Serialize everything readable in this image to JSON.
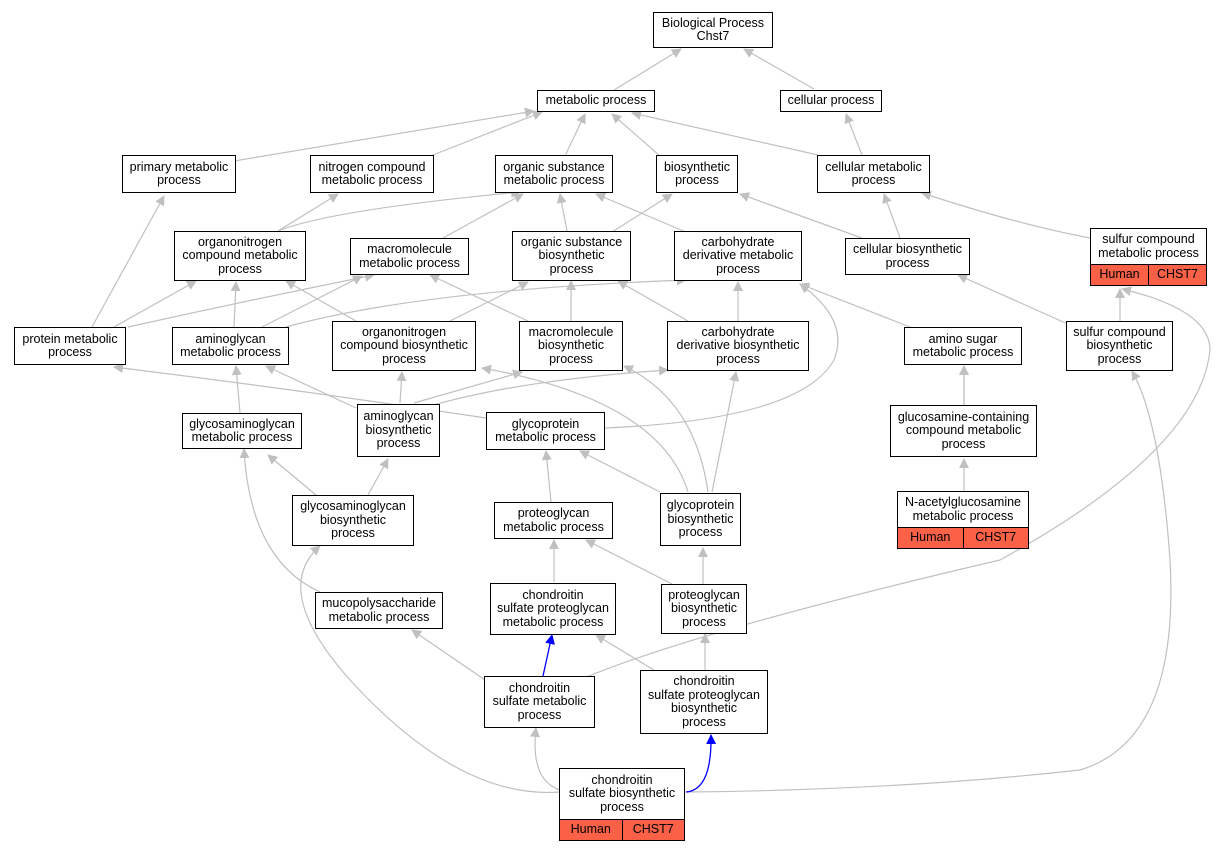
{
  "colors": {
    "edge": "#c0c0c0",
    "highlight_edge": "#0000ff",
    "tag_fill": "#fa6147"
  },
  "nodes": {
    "bp": "Biological Process\nChst7",
    "metabolic": "metabolic process",
    "cellular": "cellular process",
    "primary_metabolic": "primary metabolic\nprocess",
    "nitrogen_compound": "nitrogen compound\nmetabolic process",
    "organic_substance_metabolic": "organic substance\nmetabolic process",
    "biosynthetic": "biosynthetic\nprocess",
    "cellular_metabolic": "cellular metabolic\nprocess",
    "organonitrogen_metabolic": "organonitrogen\ncompound metabolic\nprocess",
    "macromolecule_metabolic": "macromolecule\nmetabolic process",
    "organic_substance_biosynthetic": "organic substance\nbiosynthetic\nprocess",
    "carbohydrate_derivative_metabolic": "carbohydrate\nderivative metabolic\nprocess",
    "cellular_biosynthetic": "cellular biosynthetic\nprocess",
    "sulfur_compound_metabolic": "sulfur compound\nmetabolic process",
    "protein_metabolic": "protein metabolic\nprocess",
    "aminoglycan_metabolic": "aminoglycan\nmetabolic process",
    "organonitrogen_biosynthetic": "organonitrogen\ncompound biosynthetic\nprocess",
    "macromolecule_biosynthetic": "macromolecule\nbiosynthetic\nprocess",
    "carbohydrate_derivative_biosynthetic": "carbohydrate\nderivative biosynthetic\nprocess",
    "amino_sugar_metabolic": "amino sugar\nmetabolic process",
    "sulfur_compound_biosynthetic": "sulfur compound\nbiosynthetic\nprocess",
    "glycosaminoglycan_metabolic": "glycosaminoglycan\nmetabolic process",
    "aminoglycan_biosynthetic": "aminoglycan\nbiosynthetic\nprocess",
    "glycoprotein_metabolic": "glycoprotein\nmetabolic process",
    "glucosamine_containing": "glucosamine-containing\ncompound metabolic\nprocess",
    "glycosaminoglycan_biosynthetic": "glycosaminoglycan\nbiosynthetic\nprocess",
    "proteoglycan_metabolic": "proteoglycan\nmetabolic process",
    "glycoprotein_biosynthetic": "glycoprotein\nbiosynthetic\nprocess",
    "n_acetylglucosamine": "N-acetylglucosamine\nmetabolic process",
    "mucopolysaccharide_metabolic": "mucopolysaccharide\nmetabolic process",
    "cs_proteoglycan_metabolic": "chondroitin\nsulfate proteoglycan\nmetabolic process",
    "proteoglycan_biosynthetic": "proteoglycan\nbiosynthetic\nprocess",
    "cs_metabolic": "chondroitin\nsulfate metabolic\nprocess",
    "cs_proteoglycan_biosynthetic": "chondroitin\nsulfate proteoglycan\nbiosynthetic\nprocess",
    "cs_biosynthetic": "chondroitin\nsulfate biosynthetic\nprocess"
  },
  "annotations": {
    "sulfur_compound_metabolic": [
      "Human",
      "CHST7"
    ],
    "n_acetylglucosamine": [
      "Human",
      "CHST7"
    ],
    "cs_biosynthetic": [
      "Human",
      "CHST7"
    ]
  }
}
